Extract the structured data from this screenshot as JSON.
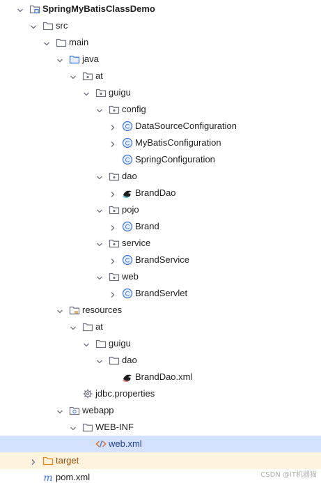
{
  "tree": {
    "nodes": [
      {
        "label": "SpringMyBatisClassDemo",
        "depth": 0,
        "toggle": "expanded",
        "icon": "module-folder-icon",
        "style": "bold"
      },
      {
        "label": "src",
        "depth": 1,
        "toggle": "expanded",
        "icon": "folder-icon"
      },
      {
        "label": "main",
        "depth": 2,
        "toggle": "expanded",
        "icon": "folder-icon"
      },
      {
        "label": "java",
        "depth": 3,
        "toggle": "expanded",
        "icon": "source-root-folder-icon"
      },
      {
        "label": "at",
        "depth": 4,
        "toggle": "expanded",
        "icon": "package-icon"
      },
      {
        "label": "guigu",
        "depth": 5,
        "toggle": "expanded",
        "icon": "package-icon"
      },
      {
        "label": "config",
        "depth": 6,
        "toggle": "expanded",
        "icon": "package-icon"
      },
      {
        "label": "DataSourceConfiguration",
        "depth": 7,
        "toggle": "collapsed",
        "icon": "class-icon"
      },
      {
        "label": "MyBatisConfiguration",
        "depth": 7,
        "toggle": "collapsed",
        "icon": "class-icon"
      },
      {
        "label": "SpringConfiguration",
        "depth": 7,
        "toggle": "none",
        "icon": "class-icon"
      },
      {
        "label": "dao",
        "depth": 6,
        "toggle": "expanded",
        "icon": "package-icon"
      },
      {
        "label": "BrandDao",
        "depth": 7,
        "toggle": "collapsed",
        "icon": "mybatis-interface-icon"
      },
      {
        "label": "pojo",
        "depth": 6,
        "toggle": "expanded",
        "icon": "package-icon"
      },
      {
        "label": "Brand",
        "depth": 7,
        "toggle": "collapsed",
        "icon": "class-icon"
      },
      {
        "label": "service",
        "depth": 6,
        "toggle": "expanded",
        "icon": "package-icon"
      },
      {
        "label": "BrandService",
        "depth": 7,
        "toggle": "collapsed",
        "icon": "class-icon"
      },
      {
        "label": "web",
        "depth": 6,
        "toggle": "expanded",
        "icon": "package-icon"
      },
      {
        "label": "BrandServlet",
        "depth": 7,
        "toggle": "collapsed",
        "icon": "class-icon"
      },
      {
        "label": "resources",
        "depth": 3,
        "toggle": "expanded",
        "icon": "resources-folder-icon"
      },
      {
        "label": "at",
        "depth": 4,
        "toggle": "expanded",
        "icon": "folder-icon"
      },
      {
        "label": "guigu",
        "depth": 5,
        "toggle": "expanded",
        "icon": "folder-icon"
      },
      {
        "label": "dao",
        "depth": 6,
        "toggle": "expanded",
        "icon": "folder-icon"
      },
      {
        "label": "BrandDao.xml",
        "depth": 7,
        "toggle": "none",
        "icon": "mybatis-xml-icon"
      },
      {
        "label": "jdbc.properties",
        "depth": 4,
        "toggle": "none",
        "icon": "properties-gear-icon"
      },
      {
        "label": "webapp",
        "depth": 3,
        "toggle": "expanded",
        "icon": "web-folder-icon"
      },
      {
        "label": "WEB-INF",
        "depth": 4,
        "toggle": "expanded",
        "icon": "folder-icon"
      },
      {
        "label": "web.xml",
        "depth": 5,
        "toggle": "none",
        "icon": "xml-file-icon",
        "state": "selected"
      },
      {
        "label": "target",
        "depth": 1,
        "toggle": "collapsed",
        "icon": "excluded-folder-icon",
        "state": "excluded"
      },
      {
        "label": "pom.xml",
        "depth": 1,
        "toggle": "none",
        "icon": "maven-icon"
      }
    ]
  },
  "colors": {
    "selected_row": "#d4e2ff",
    "excluded_row": "#fdf3df",
    "folder_stroke": "#6c707e",
    "source_root_stroke": "#3574f0",
    "class_icon": "#3574f0",
    "excluded_folder": "#e08a1e",
    "maven": "#3574f0"
  },
  "watermark": "CSDN @IT机器猫"
}
